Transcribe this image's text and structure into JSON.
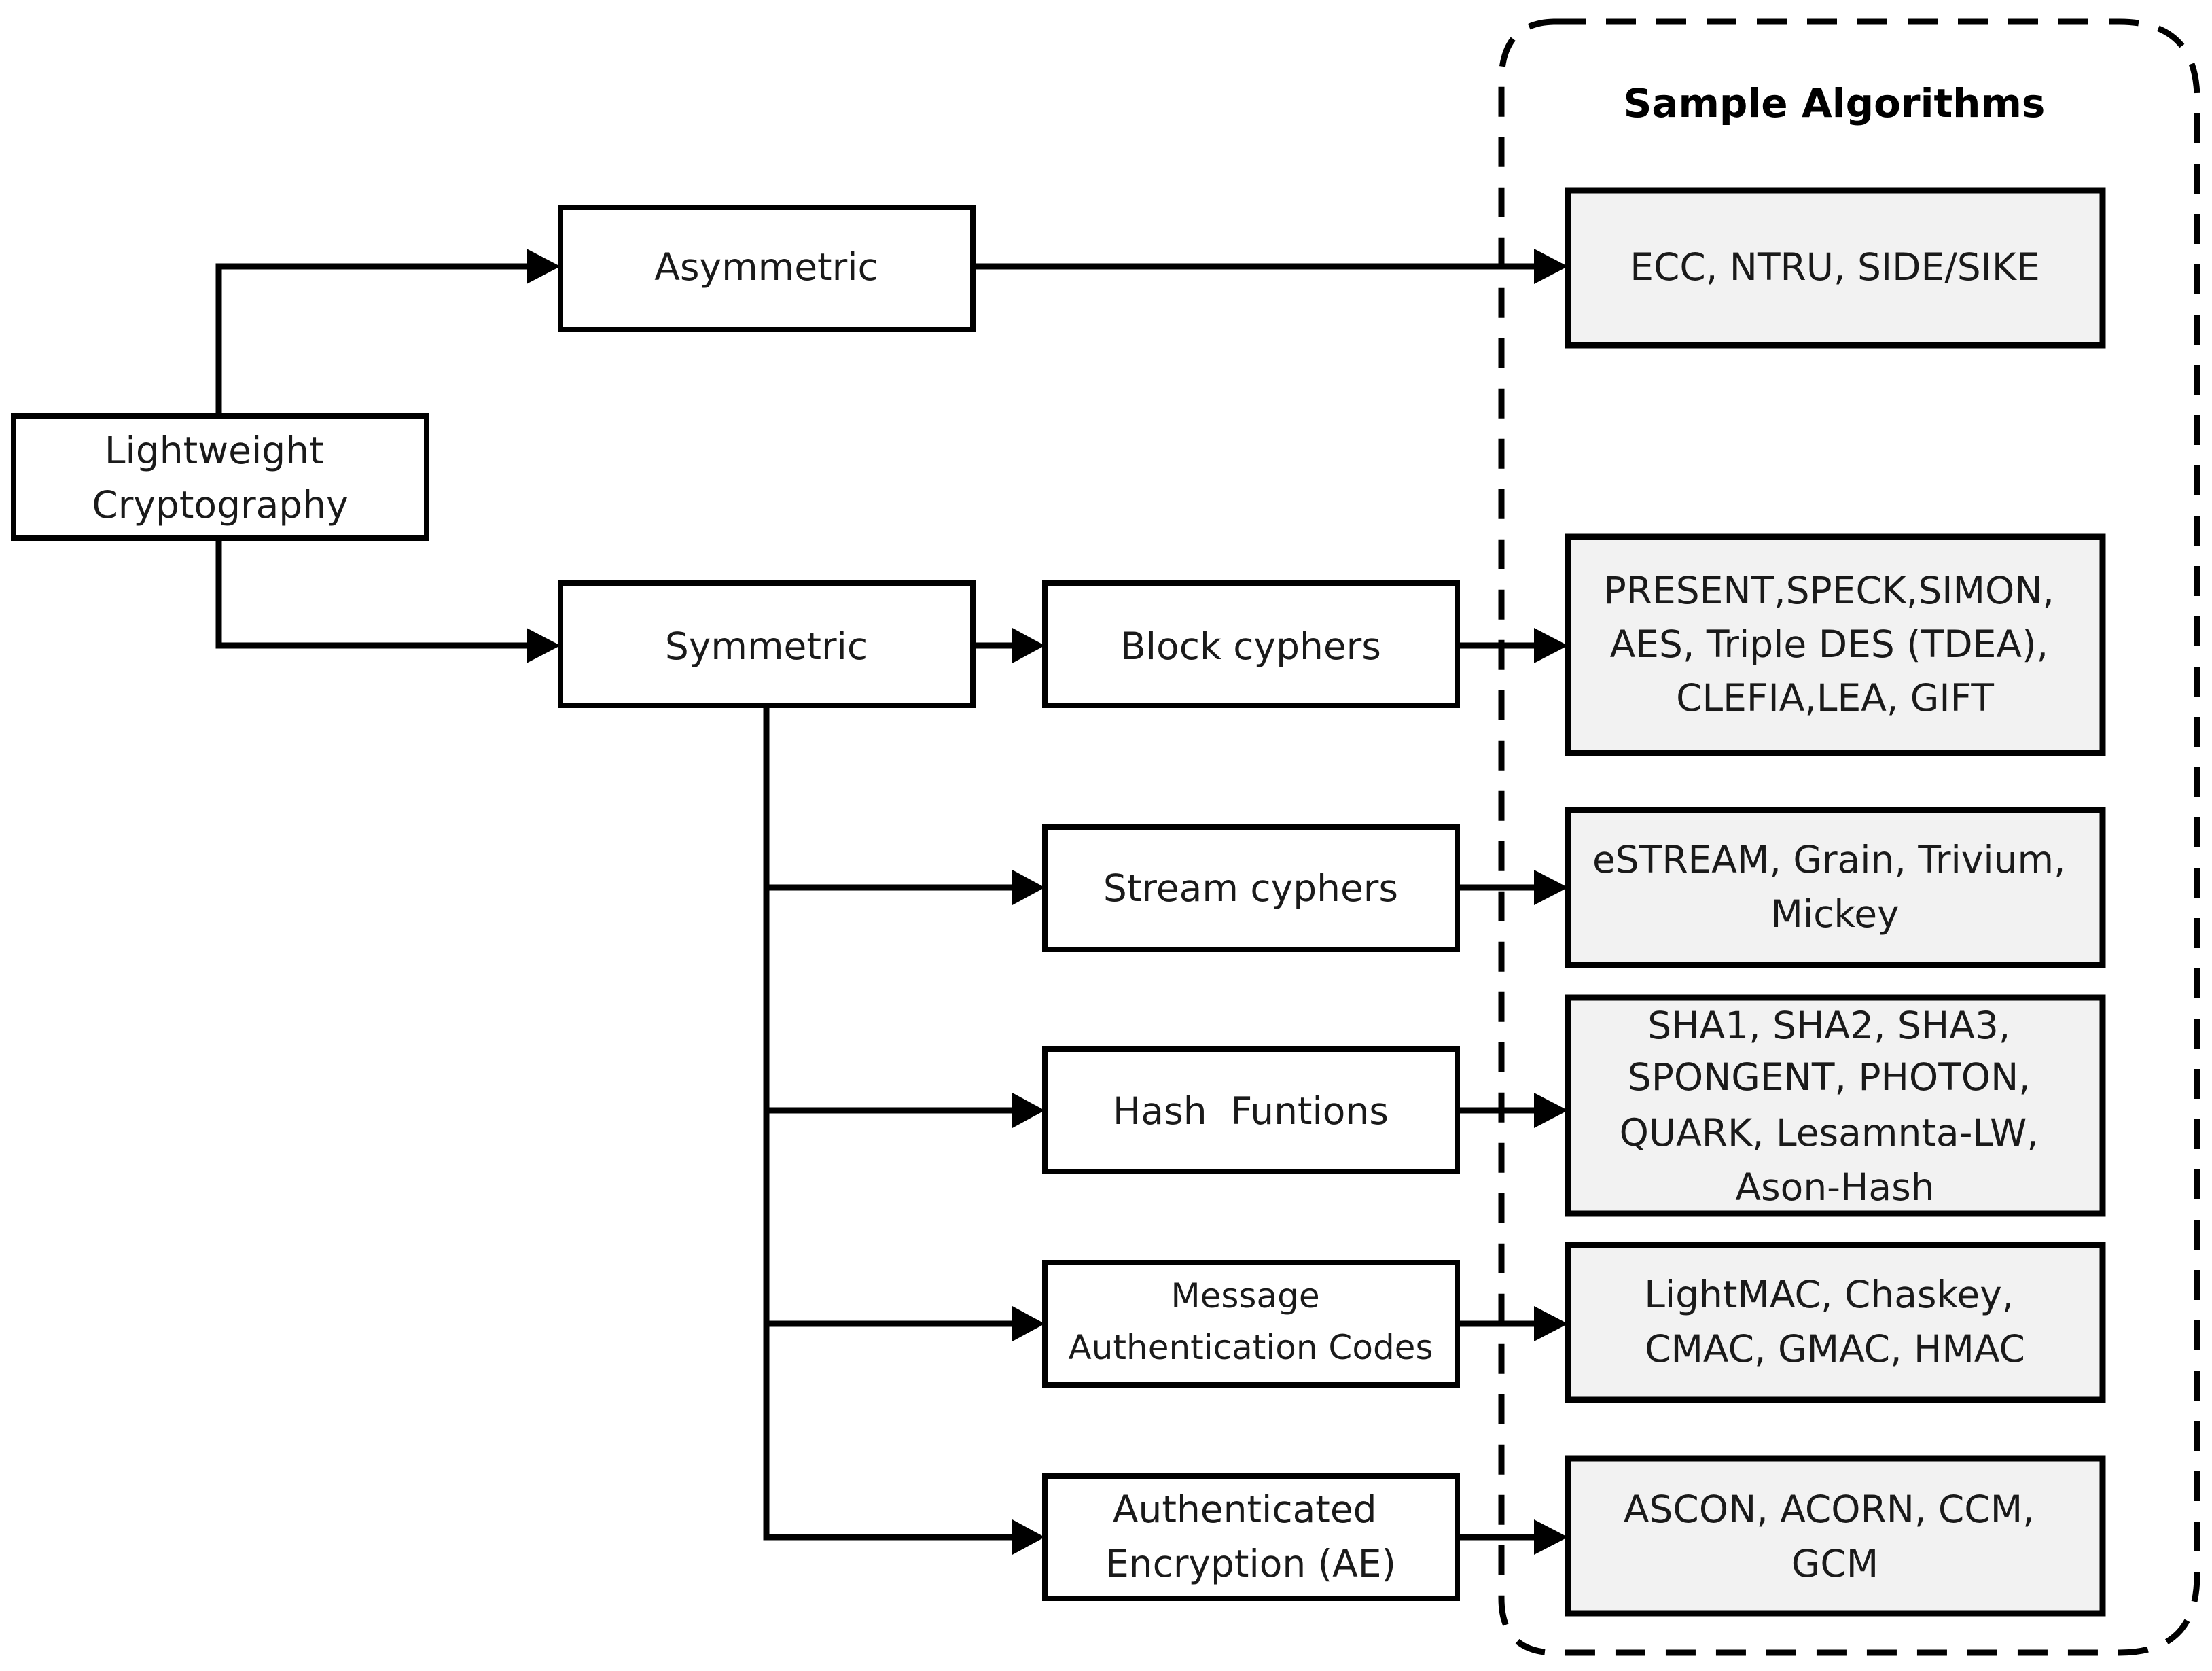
{
  "panel": {
    "title": "Sample Algorithms"
  },
  "nodes": {
    "root": {
      "lines": [
        "Lightweight",
        "Cryptography"
      ]
    },
    "asymmetric": {
      "lines": [
        "Asymmetric"
      ]
    },
    "symmetric": {
      "lines": [
        "Symmetric"
      ]
    },
    "block": {
      "lines": [
        "Block cyphers"
      ]
    },
    "stream": {
      "lines": [
        "Stream cyphers"
      ]
    },
    "hash": {
      "lines": [
        "Hash  Funtions"
      ]
    },
    "mac": {
      "lines": [
        "Message",
        "Authentication Codes"
      ]
    },
    "ae": {
      "lines": [
        "Authenticated",
        "Encryption (AE)"
      ]
    }
  },
  "algorithms": {
    "asymmetric": {
      "lines": [
        "ECC, NTRU, SIDE/SIKE"
      ]
    },
    "block": {
      "lines": [
        "PRESENT,SPECK,SIMON,",
        "AES, Triple DES (TDEA),",
        "CLEFIA,LEA, GIFT"
      ]
    },
    "stream": {
      "lines": [
        "eSTREAM, Grain, Trivium,",
        "Mickey"
      ]
    },
    "hash": {
      "lines": [
        "SHA1, SHA2, SHA3,",
        "SPONGENT, PHOTON,",
        "QUARK, Lesamnta-LW,",
        "Ason-Hash"
      ]
    },
    "mac": {
      "lines": [
        "LightMAC, Chaskey,",
        "CMAC, GMAC, HMAC"
      ]
    },
    "ae": {
      "lines": [
        "ASCON, ACORN, CCM,",
        "GCM"
      ]
    }
  }
}
